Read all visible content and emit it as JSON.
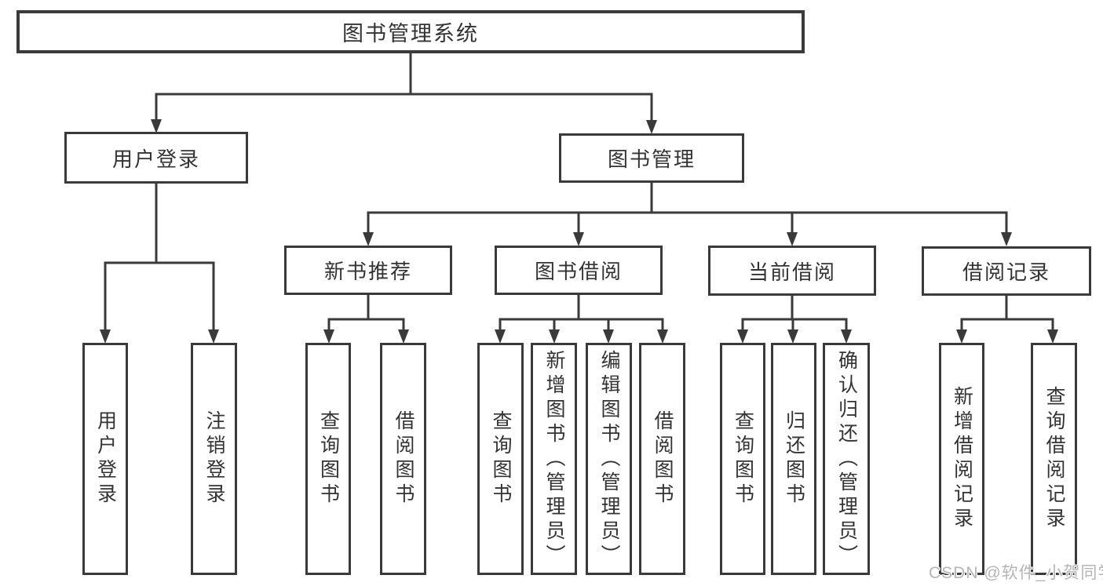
{
  "diagram": {
    "nodes": {
      "root": {
        "label": "图书管理系统"
      },
      "level2": [
        {
          "label": "用户登录"
        },
        {
          "label": "图书管理"
        }
      ],
      "level3": [
        {
          "label": "新书推荐"
        },
        {
          "label": "图书借阅"
        },
        {
          "label": "当前借阅"
        },
        {
          "label": "借阅记录"
        }
      ],
      "leaves": [
        {
          "label": "用户登录"
        },
        {
          "label": "注销登录"
        },
        {
          "label": "查询图书"
        },
        {
          "label": "借阅图书"
        },
        {
          "label": "查询图书"
        },
        {
          "label": "新增图书（管理员）"
        },
        {
          "label": "编辑图书（管理员）"
        },
        {
          "label": "借阅图书"
        },
        {
          "label": "查询图书"
        },
        {
          "label": "归还图书"
        },
        {
          "label": "确认归还（管理员）"
        },
        {
          "label": "新增借阅记录"
        },
        {
          "label": "查询借阅记录"
        }
      ]
    },
    "watermark": {
      "text": "CSDN @软件_小贺同学"
    },
    "colors": {
      "line": "#3a3a3a",
      "box_border": "#3a3a3a",
      "text": "#333333",
      "background": "#ffffff",
      "watermark": "#b5b5b5"
    }
  }
}
